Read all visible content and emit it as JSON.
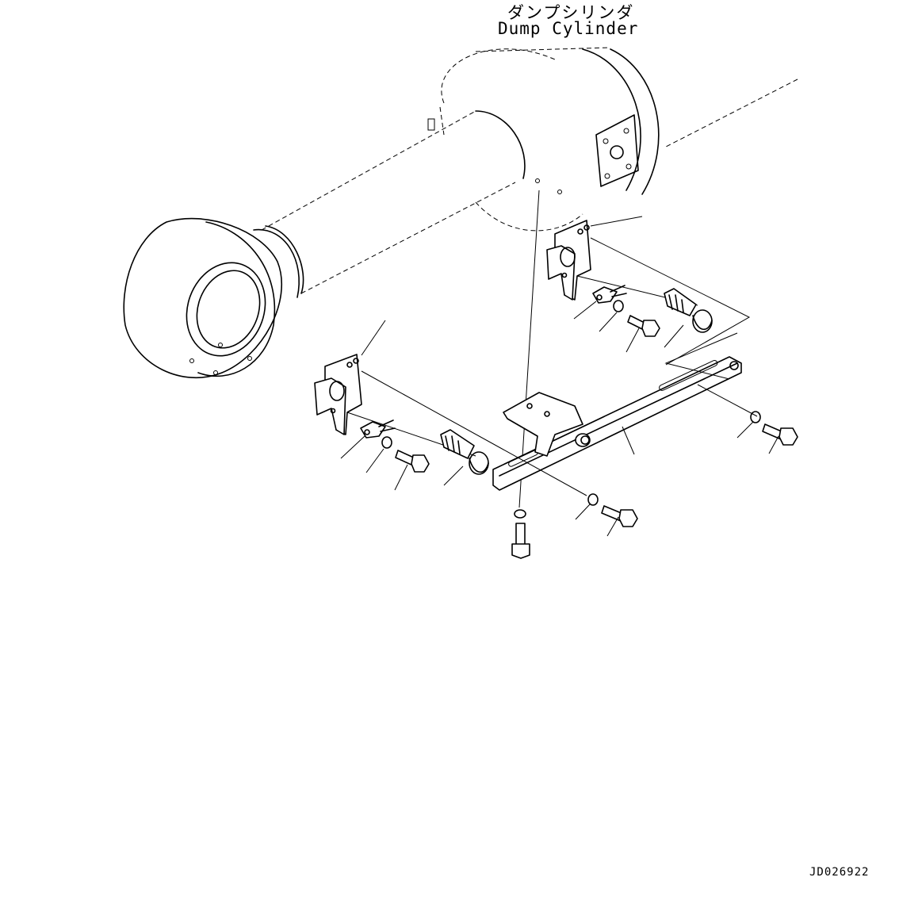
{
  "diagram": {
    "title_japanese": "ダンプシリンダ",
    "title_english": "Dump Cylinder",
    "drawing_code": "JD026922"
  },
  "icons": {
    "cylinder": "dump-cylinder-icon",
    "bracket": "sensor-bracket-icon",
    "sensor": "proximity-sensor-icon",
    "bolt": "bolt-icon",
    "washer": "washer-icon",
    "clamp": "clamp-icon",
    "mounting_bar": "slotted-mounting-bar-icon"
  }
}
